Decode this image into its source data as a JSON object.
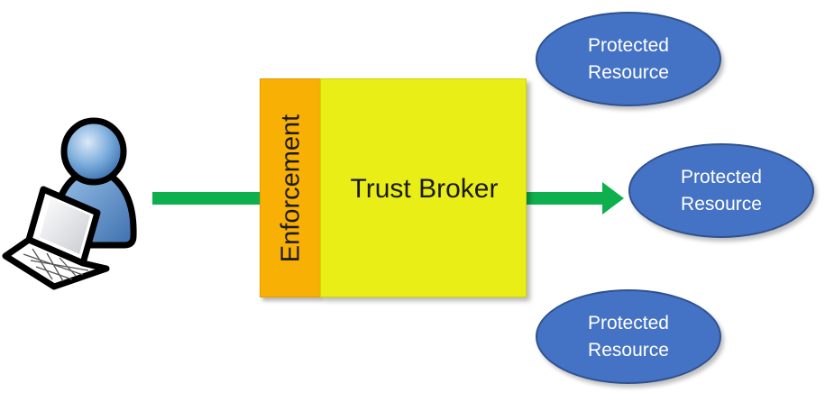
{
  "diagram": {
    "enforcement_label": "Enforcement",
    "broker_label": "Trust Broker",
    "resources": [
      {
        "label": "Protected\nResource"
      },
      {
        "label": "Protected\nResource"
      },
      {
        "label": "Protected\nResource"
      }
    ]
  },
  "colors": {
    "enforcement": "#f9b005",
    "broker": "#e9ee16",
    "resource": "#4472c4",
    "arrow": "#0eb04d",
    "user": "#5b9bd5"
  },
  "icons": [
    "user-laptop-icon"
  ]
}
